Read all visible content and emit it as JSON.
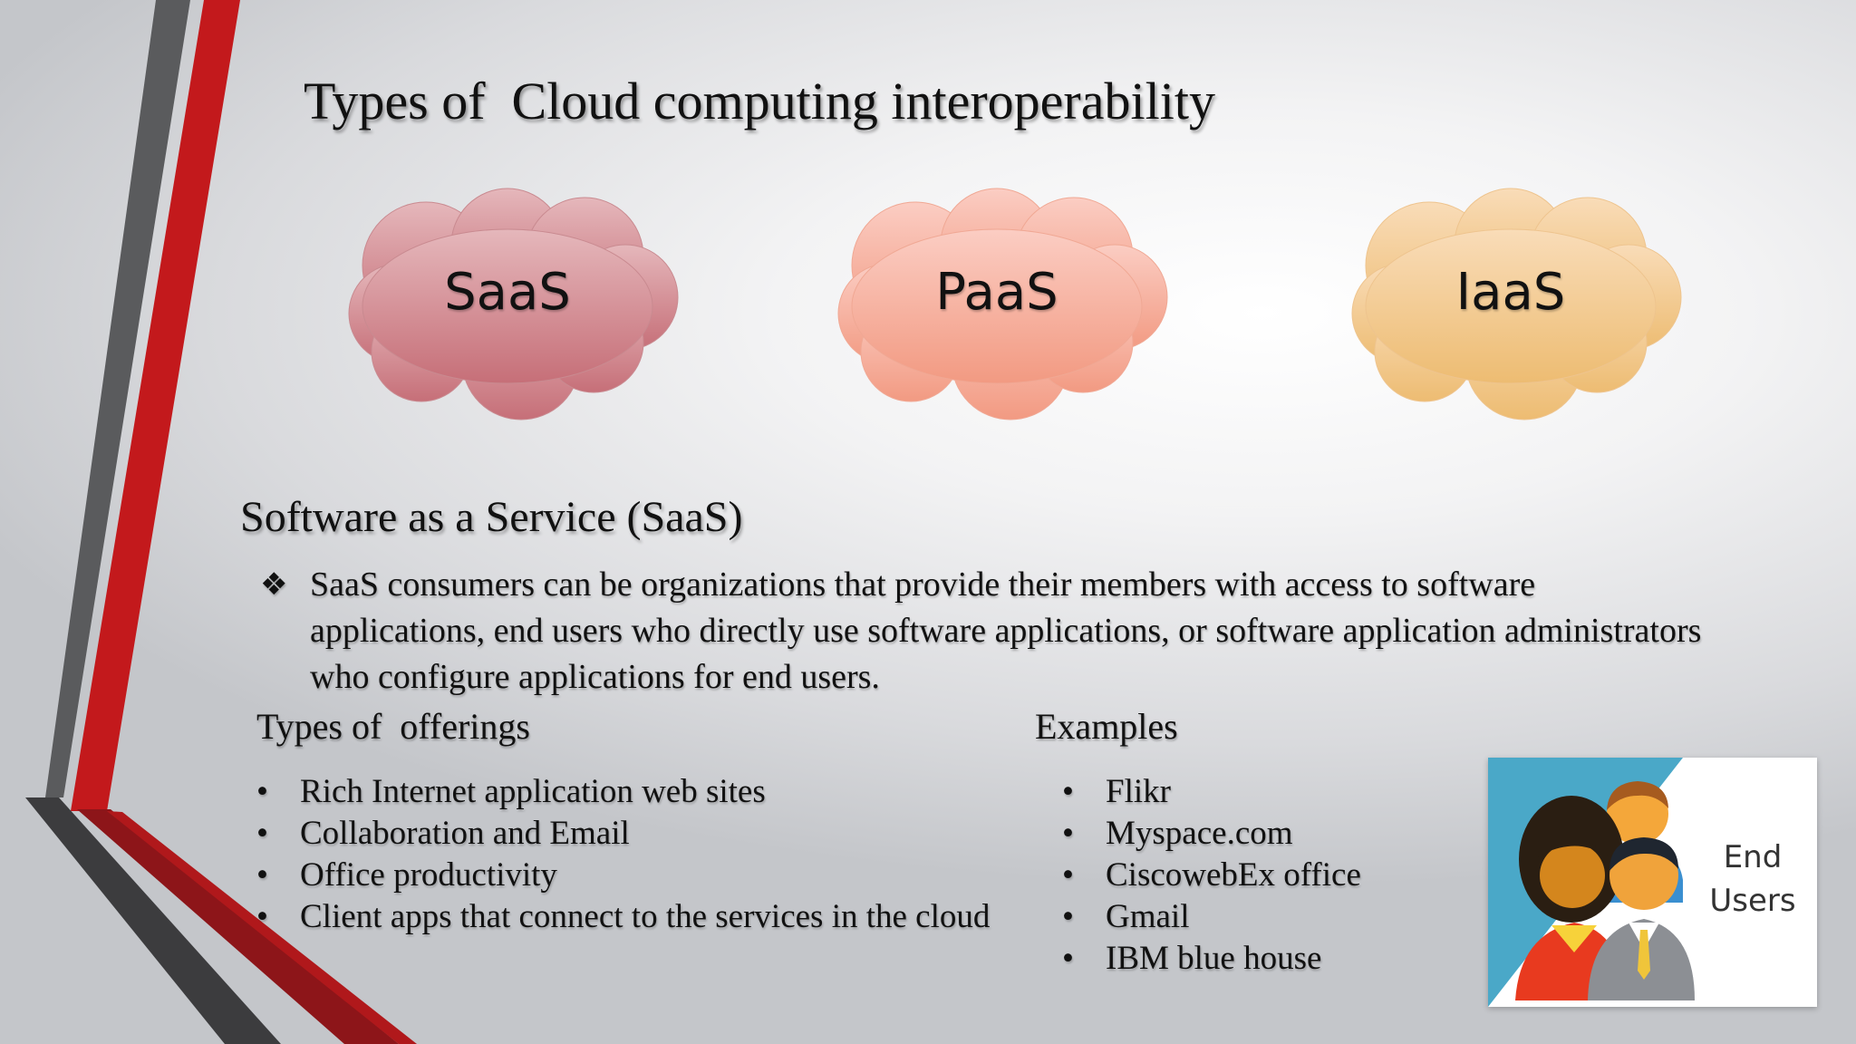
{
  "slide": {
    "title": "Types of  Cloud computing interoperability",
    "clouds": [
      {
        "label": "SaaS",
        "color_top": "#e5b7bb",
        "color_bottom": "#c66f78"
      },
      {
        "label": "PaaS",
        "color_top": "#fbcdc3",
        "color_bottom": "#f29a82"
      },
      {
        "label": "IaaS",
        "color_top": "#f9dcb8",
        "color_bottom": "#edbc72"
      }
    ],
    "section_title": "Software as a Service (SaaS)",
    "paragraph": {
      "bullet": "❖",
      "text": "SaaS consumers can be organizations that provide their members with access to software applications, end users who directly use software applications, or software application administrators who configure applications for end users."
    },
    "offerings": {
      "heading": "Types of  offerings",
      "items": [
        "Rich Internet application web sites",
        "Collaboration and Email",
        "Office productivity",
        "Client apps that connect to the services in the cloud"
      ]
    },
    "examples": {
      "heading": "Examples",
      "items": [
        "Flikr",
        "Myspace.com",
        "CiscowebEx office",
        "Gmail",
        "IBM blue house"
      ]
    },
    "end_users_image": {
      "line1": "End",
      "line2": "Users"
    },
    "colors": {
      "accent_red": "#c0191b",
      "accent_gray": "#595a5c",
      "accent_dark_red": "#8b1418"
    }
  }
}
